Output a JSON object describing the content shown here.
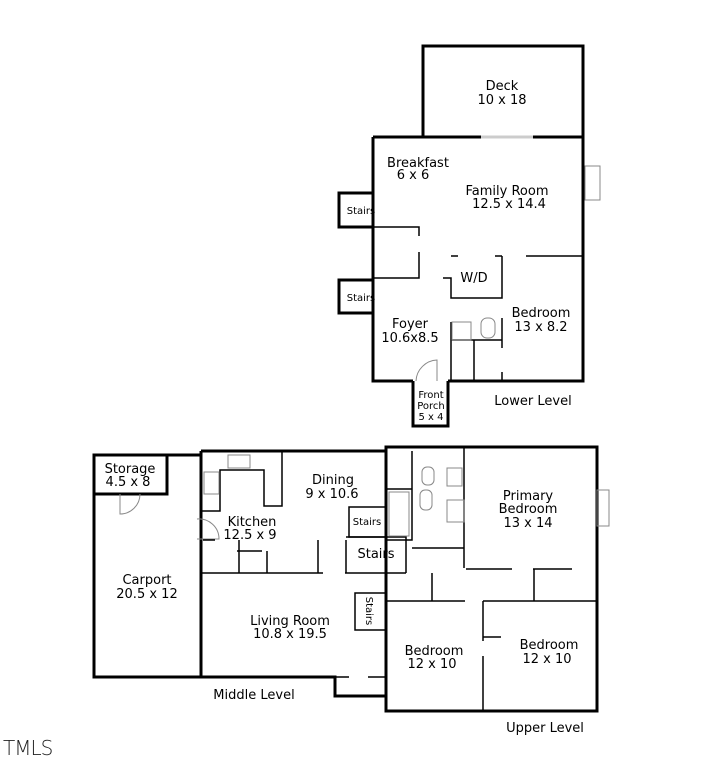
{
  "lower_level": {
    "label": "Lower Level",
    "rooms": {
      "deck": {
        "name": "Deck",
        "size": "10 x 18"
      },
      "breakfast": {
        "name": "Breakfast",
        "size": "6 x 6"
      },
      "family_room": {
        "name": "Family Room",
        "size": "12.5 x 14.4"
      },
      "wd": {
        "name": "W/D"
      },
      "bedroom": {
        "name": "Bedroom",
        "size": "13 x 8.2"
      },
      "foyer": {
        "name": "Foyer",
        "size": "10.6x8.5"
      },
      "front_porch": {
        "name1": "Front",
        "name2": "Porch",
        "size": "5 x 4"
      },
      "stairs_a": {
        "name": "Stairs"
      },
      "stairs_b": {
        "name": "Stairs"
      }
    }
  },
  "middle_level": {
    "label": "Middle Level",
    "rooms": {
      "storage": {
        "name": "Storage",
        "size": "4.5 x 8"
      },
      "carport": {
        "name": "Carport",
        "size": "20.5 x 12"
      },
      "kitchen": {
        "name": "Kitchen",
        "size": "12.5 x 9"
      },
      "dining": {
        "name": "Dining",
        "size": "9 x 10.6"
      },
      "living_room": {
        "name": "Living Room",
        "size": "10.8 x 19.5"
      },
      "stairs_small": {
        "name": "Stairs"
      },
      "stairs_main": {
        "name": "Stairs"
      },
      "stairs_vertical": {
        "name": "Stairs"
      }
    }
  },
  "upper_level": {
    "label": "Upper Level",
    "rooms": {
      "primary_bedroom": {
        "name1": "Primary",
        "name2": "Bedroom",
        "size": "13 x 14"
      },
      "bedroom_left": {
        "name": "Bedroom",
        "size": "12 x 10"
      },
      "bedroom_right": {
        "name": "Bedroom",
        "size": "12 x 10"
      }
    }
  },
  "logo": "TMLS"
}
